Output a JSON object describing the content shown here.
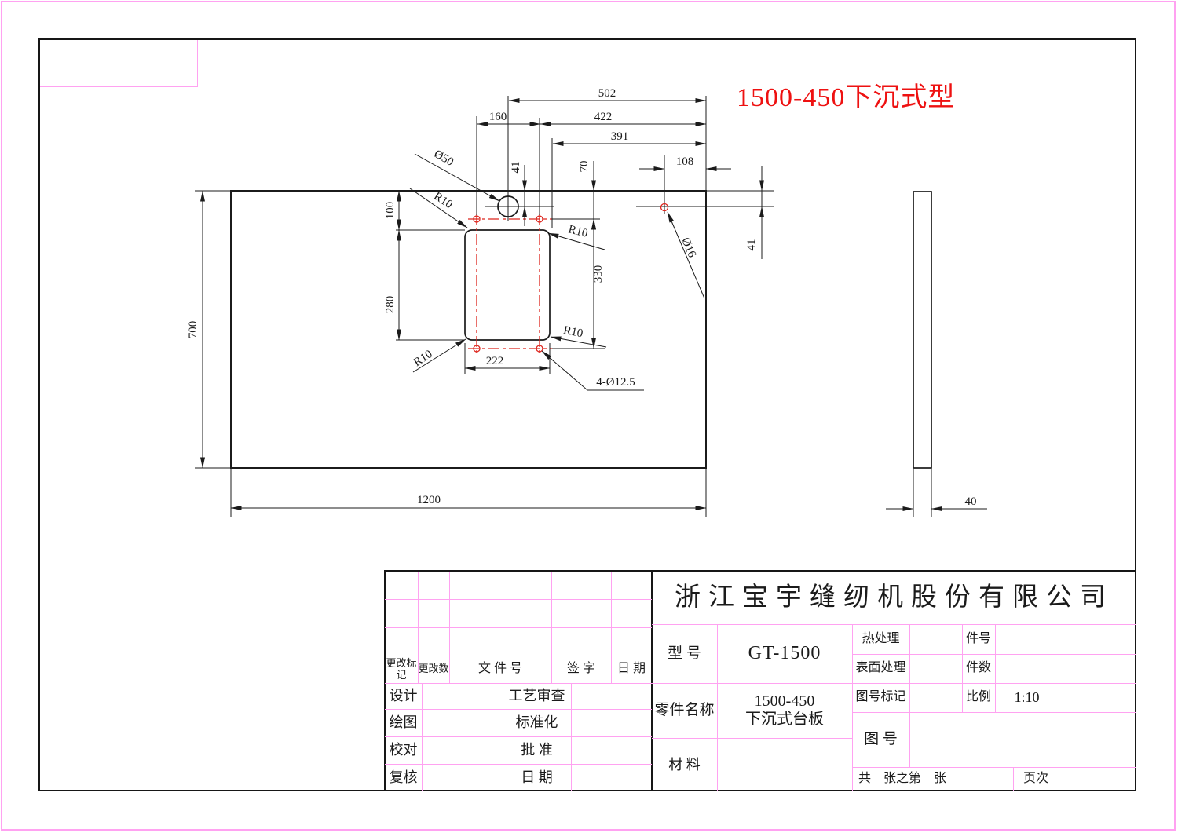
{
  "note": {
    "text": "1500-450下沉式型"
  },
  "dims": {
    "d502": "502",
    "d422": "422",
    "d391": "391",
    "d160": "160",
    "d108": "108",
    "d41_left": "41",
    "d70": "70",
    "d41_right": "41",
    "d700": "700",
    "d100": "100",
    "d280": "280",
    "d330": "330",
    "d222": "222",
    "d1200": "1200",
    "d40": "40"
  },
  "labels": {
    "dia50": "Ø50",
    "dia16": "Ø16",
    "r10_tl": "R10",
    "r10_tr": "R10",
    "r10_br": "R10",
    "r10_bl": "R10",
    "holes": "4-Ø12.5"
  },
  "title_block": {
    "company": "浙江宝宇缝纫机股份有限公司",
    "rev_mark": "更改标记",
    "rev_num": "更改数",
    "file_no": "文 件 号",
    "sign": "签 字",
    "date": "日 期",
    "design": "设计",
    "draft": "绘图",
    "proof": "校对",
    "review": "复核",
    "process_audit": "工艺审查",
    "standardization": "标准化",
    "approval": "批 准",
    "date_row": "日 期",
    "model_label": "型 号",
    "model": "GT-1500",
    "heat": "热处理",
    "surface": "表面处理",
    "part_no": "件号",
    "part_qty": "件数",
    "part_name_label": "零件名称",
    "part_name1": "1500-450",
    "part_name2": "下沉式台板",
    "material": "材 料",
    "dwg_mark": "图号标记",
    "scale_label": "比例",
    "scale": "1:10",
    "dwg_no": "图 号",
    "sheets": "共　张之第　张",
    "page": "页次"
  },
  "colors": {
    "line": "#1b1b1b",
    "red": "#dd241c",
    "pink": "#ffa2f1",
    "note_red": "#ee1111"
  }
}
